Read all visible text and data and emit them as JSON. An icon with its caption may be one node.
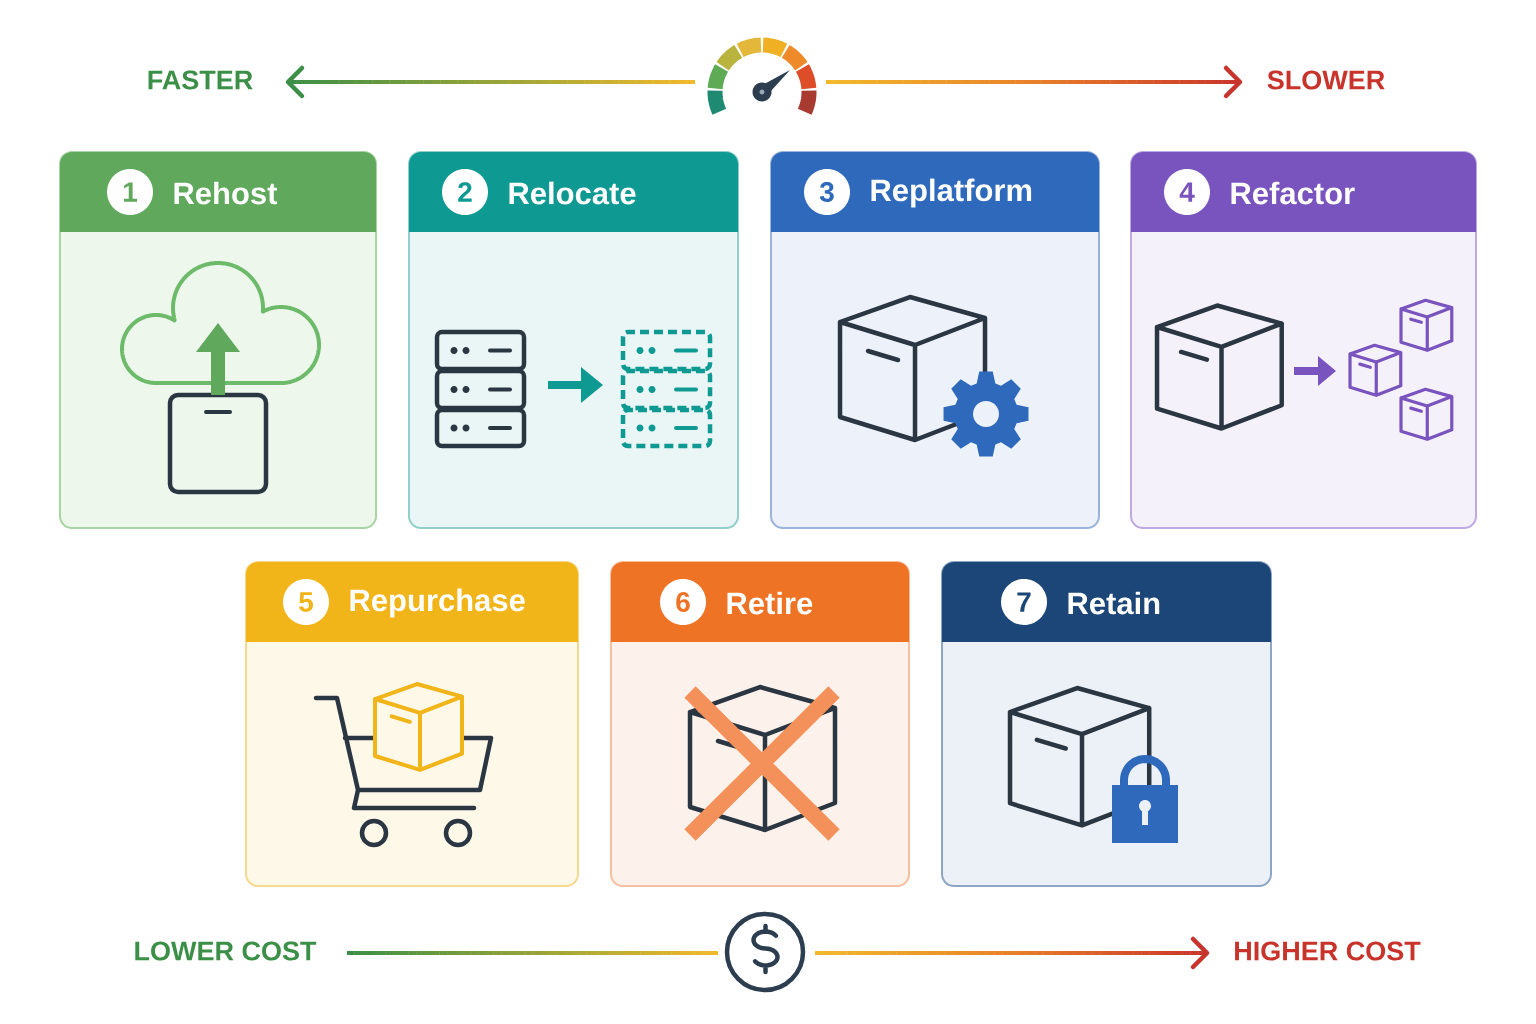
{
  "diagram": {
    "nodes": [
      {
        "text": [
          "1",
          "Rehost"
        ]
      },
      {
        "text": [
          "2",
          "Relocate"
        ]
      },
      {
        "text": [
          "3",
          "Replatform"
        ]
      },
      {
        "text": [
          "4",
          "Refactor"
        ]
      },
      {
        "text": [
          "5",
          "Repurchase"
        ]
      },
      {
        "text": [
          "6",
          "Retire"
        ]
      },
      {
        "text": [
          "7",
          "Retain"
        ]
      }
    ],
    "labels": [
      "FASTER",
      "SLOWER",
      "LOWER COST",
      "HIGHER COST"
    ]
  }
}
